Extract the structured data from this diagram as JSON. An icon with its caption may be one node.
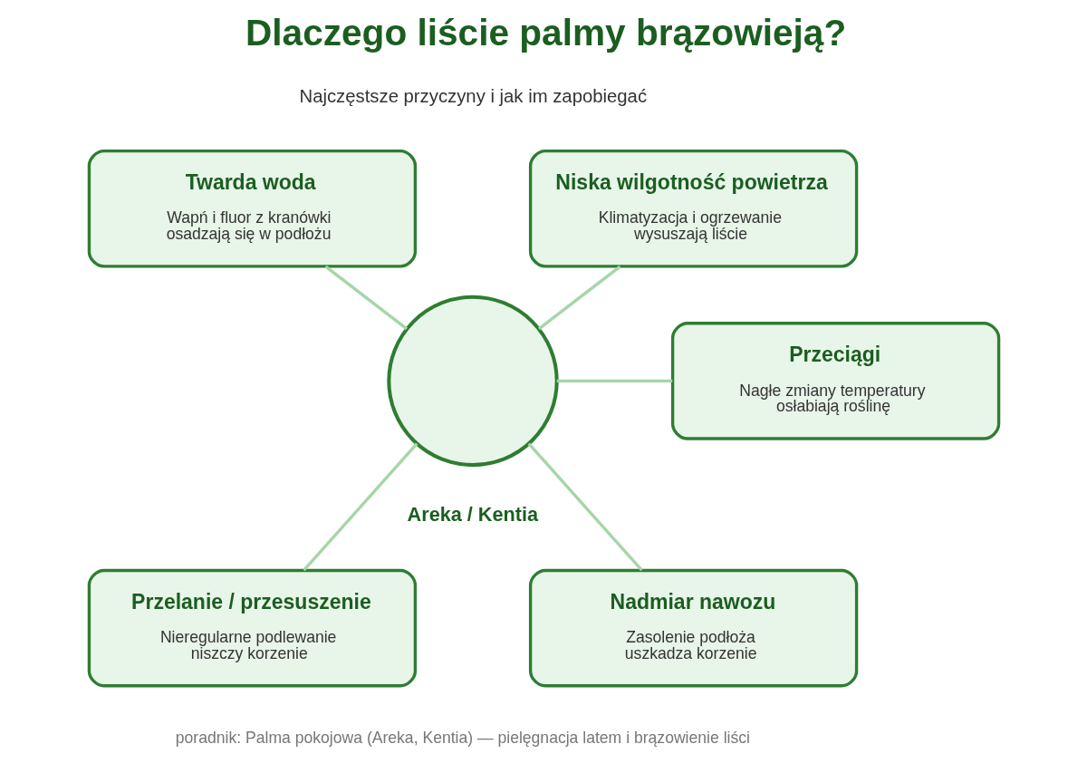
{
  "diagram": {
    "title": "Dlaczego liście palmy brązowieją?",
    "caption": "poradnik: Palma pokojowa (Areka, Kentia) — pielęgnacja latem i brązowienie liści",
    "nodes": [
      {
        "text": [
          "Twarda woda",
          "Wapń i fluor z kranówki osadzają się w podłożu"
        ]
      },
      {
        "text": [
          "Niska wilgotność powietrza",
          "Klimatyzacja i ogrzewanie wysuszają liście"
        ]
      },
      {
        "text": [],
        "shape": "circle",
        "beside": [
          "Areka / Kentia"
        ]
      },
      {
        "text": [
          "Przeciągi",
          "Nagłe zmiany temperatury osłabiają roślinę"
        ]
      },
      {
        "text": [
          "Przelanie / przesuszenie",
          "Nieregularne podlewanie niszczy korzenie"
        ]
      },
      {
        "text": [
          "Nadmiar nawozu",
          "Zasolenie podłoża uszkadza korzenie"
        ]
      }
    ],
    "edges": [
      {
        "from": 0,
        "to": 2,
        "arrow": "none"
      },
      {
        "from": 1,
        "to": 2,
        "arrow": "none"
      },
      {
        "from": 2,
        "to": 3,
        "arrow": "none"
      },
      {
        "from": 2,
        "to": 4,
        "arrow": "none"
      },
      {
        "from": 2,
        "to": 5,
        "arrow": "none"
      }
    ],
    "labels": [
      "Najczęstsze przyczyny i jak im zapobiegać"
    ]
  }
}
